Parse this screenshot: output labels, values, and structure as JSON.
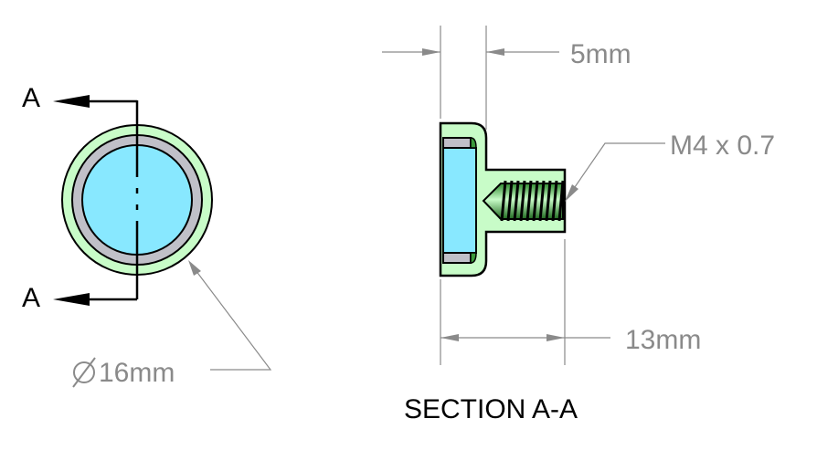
{
  "front_view": {
    "section_label_top": "A",
    "section_label_bottom": "A",
    "diameter_label": "16mm",
    "diameter_symbol": "diameter-icon"
  },
  "section_view": {
    "width_dim": "5mm",
    "length_dim": "13mm",
    "thread_callout": "M4 x 0.7",
    "title": "SECTION A-A"
  },
  "colors": {
    "body": "#c8fcc8",
    "magnet": "#88e8ff",
    "ring": "#c0c0c8",
    "dimension": "#8a8a8a"
  }
}
